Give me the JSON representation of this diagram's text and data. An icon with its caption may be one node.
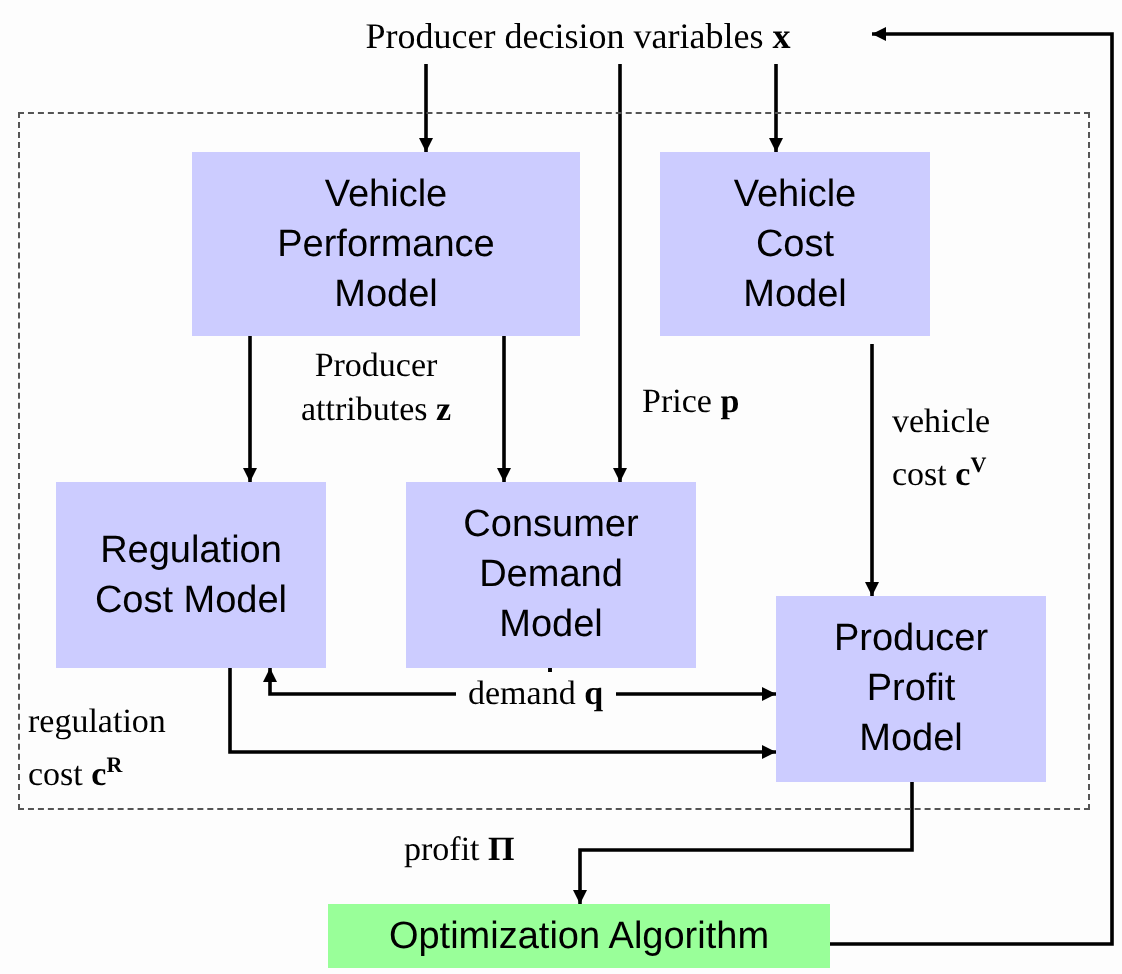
{
  "diagram": {
    "nodes": [
      {
        "text": [],
        "shape": "box"
      },
      {
        "text": [
          "Producer decision variables **x**"
        ]
      },
      {
        "text": [
          "Vehicle Performance Model"
        ],
        "in": 0
      },
      {
        "text": [
          "Vehicle Cost Model"
        ],
        "in": 0
      },
      {
        "text": [
          "Regulation Cost Model"
        ],
        "in": 0
      },
      {
        "text": [
          "Consumer Demand Model"
        ],
        "in": 0
      },
      {
        "text": [
          "Producer Profit Model"
        ],
        "in": 0
      },
      {
        "text": [
          "Optimization Algorithm"
        ]
      }
    ],
    "edges": [
      {
        "from": 1,
        "to": 2,
        "arrow": "to"
      },
      {
        "from": 1,
        "to": 3,
        "arrow": "to"
      },
      {
        "from": 1,
        "to": 5,
        "arrow": "to",
        "label": "Price **p**"
      },
      {
        "from": 2,
        "to": 4,
        "arrow": "to"
      },
      {
        "from": 2,
        "to": 5,
        "arrow": "to",
        "label": "Producer attributes **z**"
      },
      {
        "from": 3,
        "to": 6,
        "arrow": "to",
        "label": "vehicle cost **c**$^{V}$"
      },
      {
        "from": 5,
        "to": 4,
        "arrow": "to"
      },
      {
        "from": 5,
        "to": 6,
        "arrow": "to",
        "label": "demand **q**"
      },
      {
        "from": 4,
        "to": 6,
        "arrow": "to",
        "label": "regulation cost **c**$^{R}$"
      },
      {
        "from": 6,
        "to": 7,
        "arrow": "to",
        "label": "profit **Π**"
      },
      {
        "from": 7,
        "to": 1,
        "arrow": "to"
      }
    ]
  }
}
